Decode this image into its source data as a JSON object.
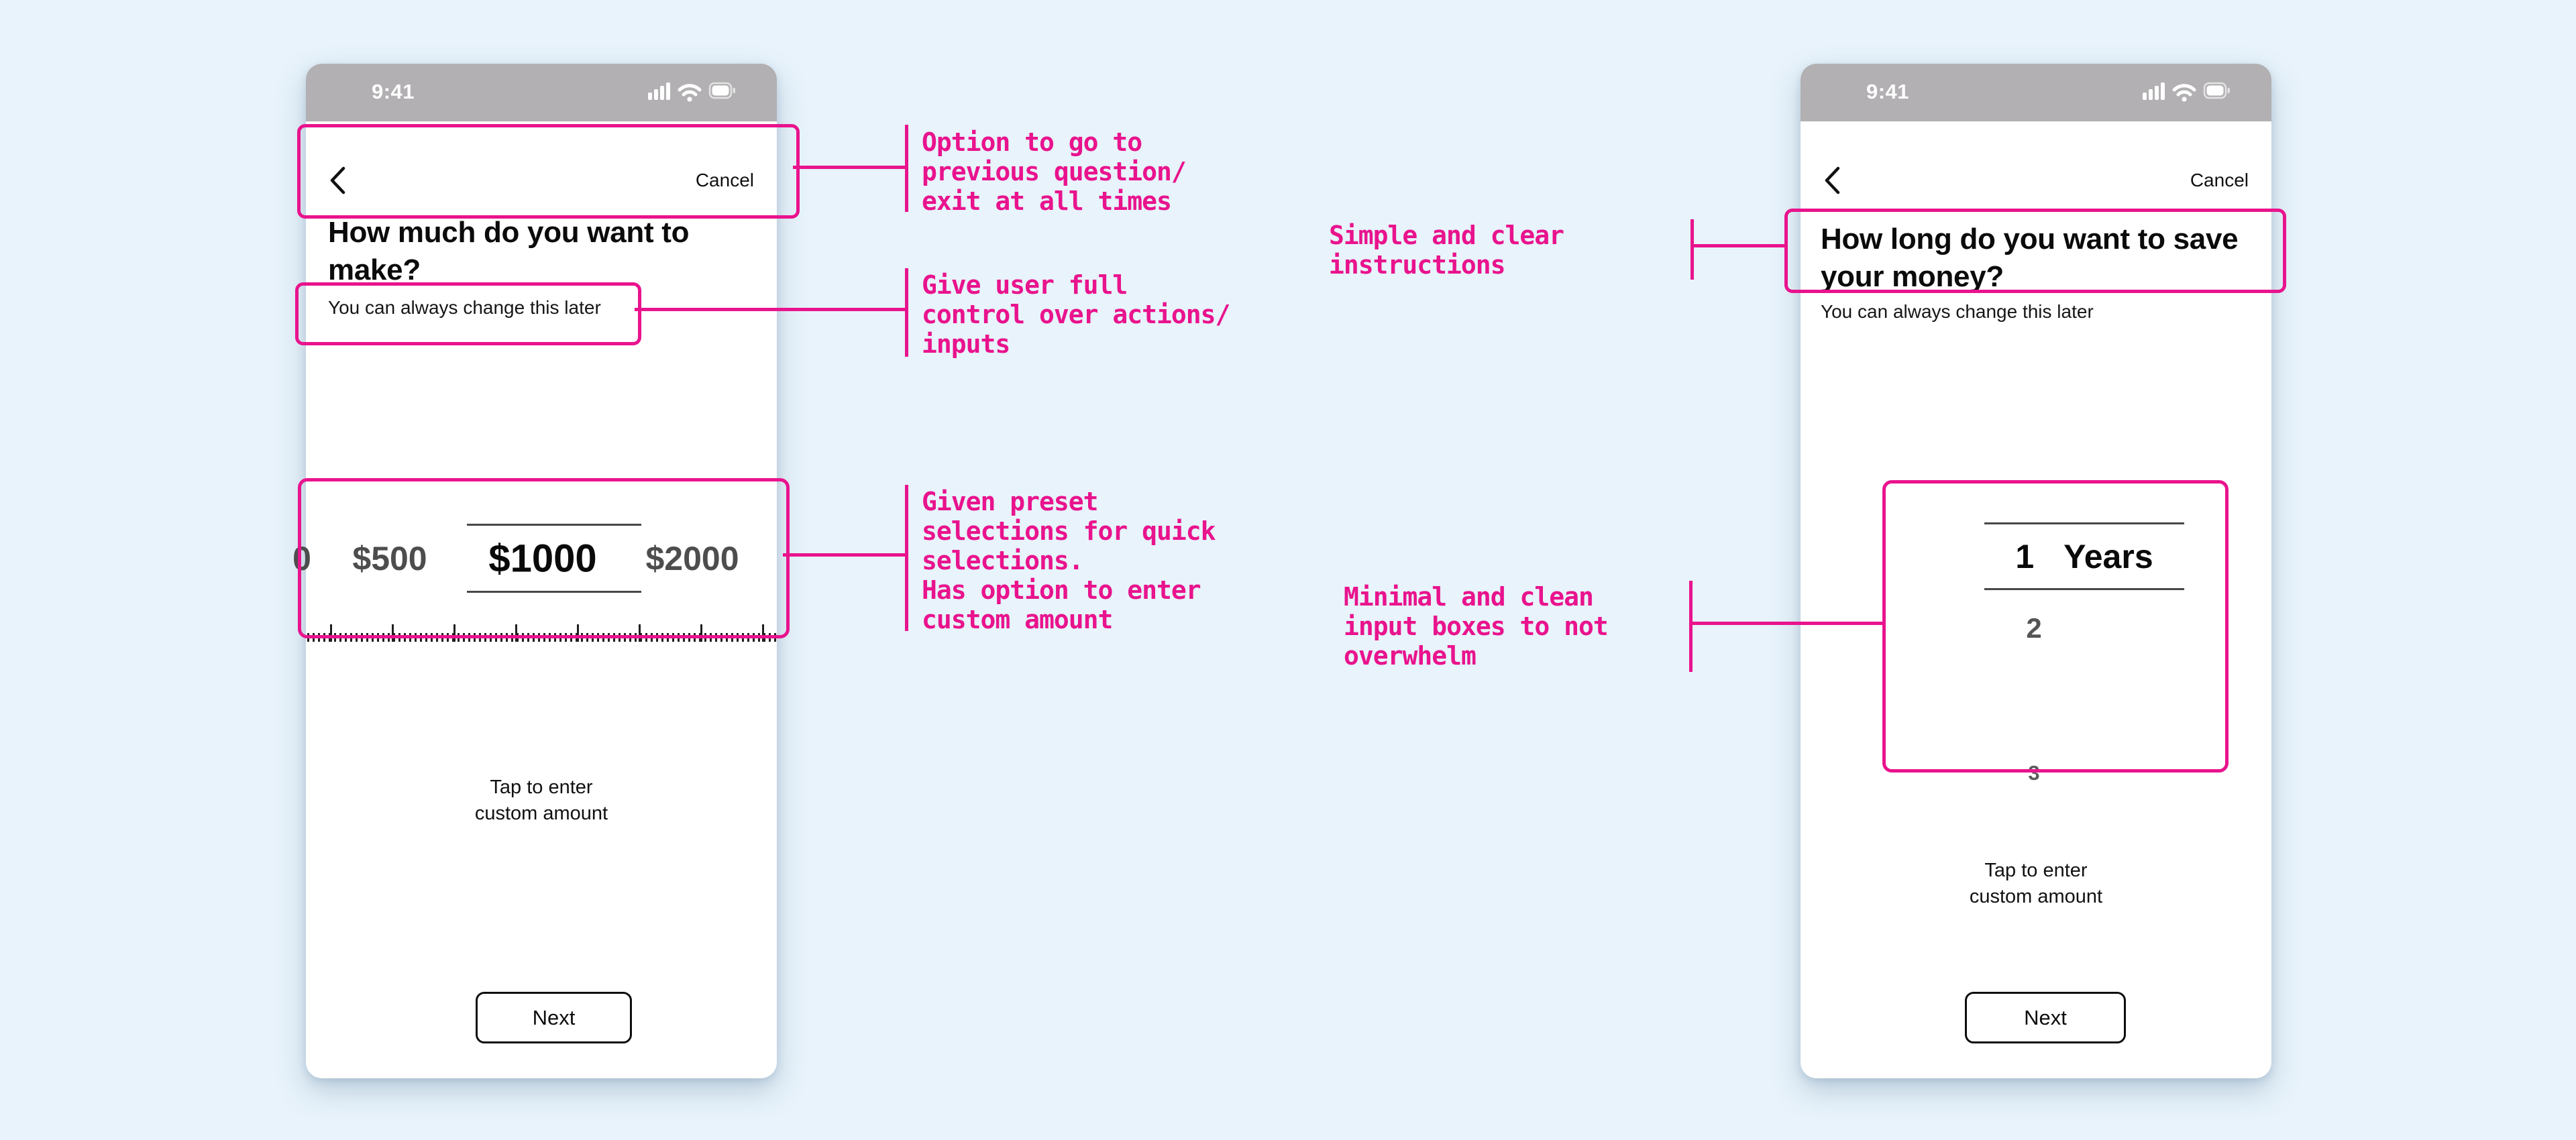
{
  "pink": "#E9138D",
  "screens": {
    "left": {
      "time": "9:41",
      "nav": {
        "cancel_label": "Cancel"
      },
      "title": "How much do you want to\nmake?",
      "subtitle": "You can always change this later",
      "picker": {
        "partial_option": "0",
        "options": [
          "$500",
          "$1000",
          "$2000"
        ],
        "selected": "$1000"
      },
      "tap_hint": "Tap to enter\ncustom amount",
      "next_label": "Next"
    },
    "right": {
      "time": "9:41",
      "nav": {
        "cancel_label": "Cancel"
      },
      "title": "How long do you want to save\nyour money?",
      "subtitle": "You can always change this later",
      "picker": {
        "selected_value": "1",
        "unit": "Years",
        "options": [
          "1",
          "2",
          "3"
        ]
      },
      "tap_hint": "Tap to enter\ncustom amount",
      "next_label": "Next"
    }
  },
  "annotations": {
    "nav": "Option to go to\nprevious question/\nexit at all times",
    "control": "Give user full\ncontrol over actions/\ninputs",
    "preset": "Given preset\nselections for quick\nselections.\nHas option to enter\ncustom amount",
    "instructions": "Simple and clear\ninstructions",
    "minimal": "Minimal and clean\ninput boxes to not\noverwhelm"
  }
}
